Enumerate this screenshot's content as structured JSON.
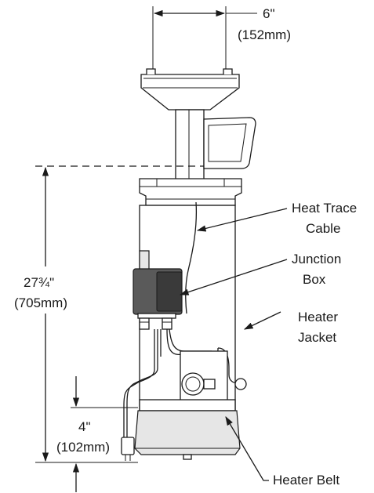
{
  "dimensions": {
    "top_width": {
      "imperial": "6\"",
      "metric": "(152mm)"
    },
    "height": {
      "imperial": "27¾\"",
      "metric": "(705mm)"
    },
    "belt_height": {
      "imperial": "4\"",
      "metric": "(102mm)"
    }
  },
  "callouts": {
    "heat_trace_cable": [
      "Heat Trace",
      "Cable"
    ],
    "junction_box": [
      "Junction",
      "Box"
    ],
    "heater_jacket": [
      "Heater",
      "Jacket"
    ],
    "heater_belt": "Heater Belt"
  }
}
